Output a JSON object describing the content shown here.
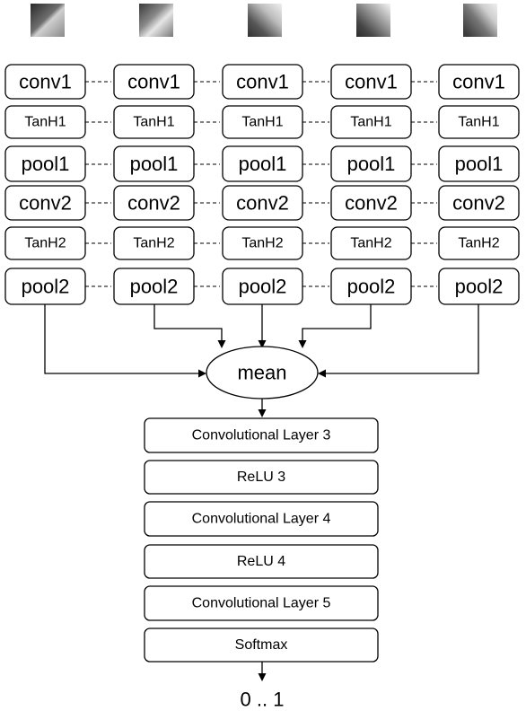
{
  "stream_layers": [
    "conv1",
    "TanH1",
    "pool1",
    "conv2",
    "TanH2",
    "pool2"
  ],
  "stream_count": 5,
  "merge_label": "mean",
  "sequential_layers": [
    "Convolutional Layer 3",
    "ReLU 3",
    "Convolutional Layer 4",
    "ReLU 4",
    "Convolutional Layer 5",
    "Softmax"
  ],
  "output_label": "0 .. 1",
  "input_patch_icon": "grayscale-image-patch"
}
